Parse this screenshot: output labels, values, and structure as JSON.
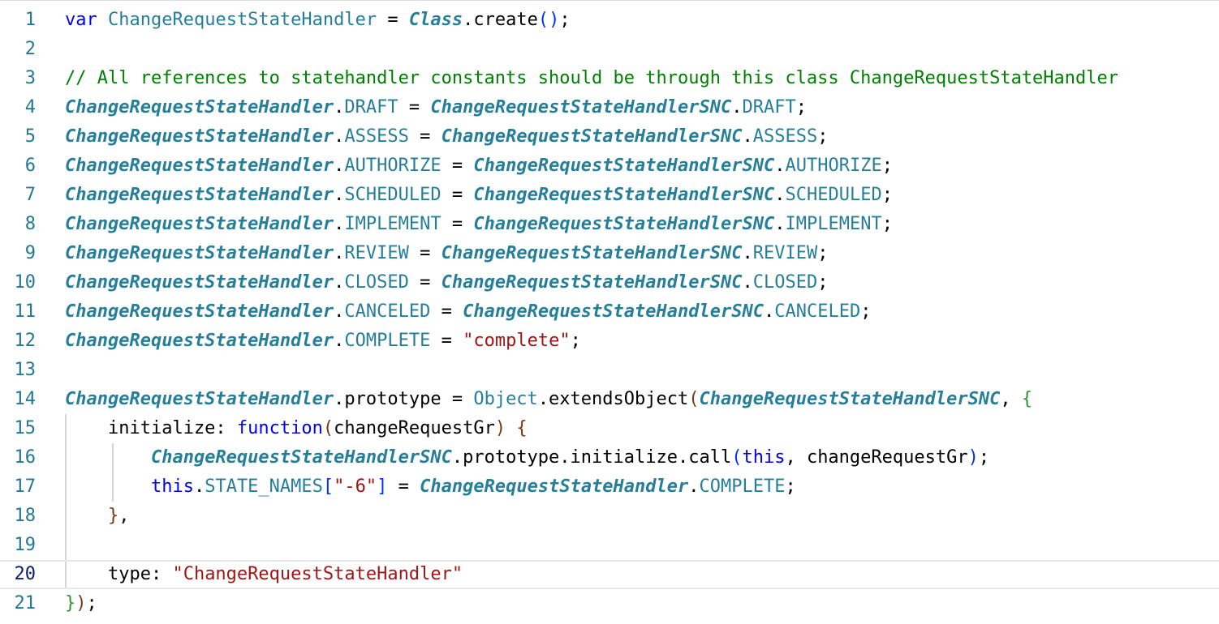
{
  "editor": {
    "active_line": 20,
    "lines": [
      {
        "n": "1",
        "tokens": [
          [
            "kw",
            "var"
          ],
          [
            "plain",
            " "
          ],
          [
            "id",
            "ChangeRequestStateHandler"
          ],
          [
            "plain",
            " = "
          ],
          [
            "cls",
            "Class"
          ],
          [
            "plain",
            ".create"
          ],
          [
            "br1",
            "()"
          ],
          [
            "plain",
            ";"
          ]
        ]
      },
      {
        "n": "2",
        "tokens": []
      },
      {
        "n": "3",
        "tokens": [
          [
            "cmt",
            "// All references to statehandler constants should be through this class ChangeRequestStateHandler"
          ]
        ]
      },
      {
        "n": "4",
        "tokens": [
          [
            "cls",
            "ChangeRequestStateHandler"
          ],
          [
            "plain",
            "."
          ],
          [
            "id",
            "DRAFT"
          ],
          [
            "plain",
            " = "
          ],
          [
            "cls",
            "ChangeRequestStateHandlerSNC"
          ],
          [
            "plain",
            "."
          ],
          [
            "id",
            "DRAFT"
          ],
          [
            "plain",
            ";"
          ]
        ]
      },
      {
        "n": "5",
        "tokens": [
          [
            "cls",
            "ChangeRequestStateHandler"
          ],
          [
            "plain",
            "."
          ],
          [
            "id",
            "ASSESS"
          ],
          [
            "plain",
            " = "
          ],
          [
            "cls",
            "ChangeRequestStateHandlerSNC"
          ],
          [
            "plain",
            "."
          ],
          [
            "id",
            "ASSESS"
          ],
          [
            "plain",
            ";"
          ]
        ]
      },
      {
        "n": "6",
        "tokens": [
          [
            "cls",
            "ChangeRequestStateHandler"
          ],
          [
            "plain",
            "."
          ],
          [
            "id",
            "AUTHORIZE"
          ],
          [
            "plain",
            " = "
          ],
          [
            "cls",
            "ChangeRequestStateHandlerSNC"
          ],
          [
            "plain",
            "."
          ],
          [
            "id",
            "AUTHORIZE"
          ],
          [
            "plain",
            ";"
          ]
        ]
      },
      {
        "n": "7",
        "tokens": [
          [
            "cls",
            "ChangeRequestStateHandler"
          ],
          [
            "plain",
            "."
          ],
          [
            "id",
            "SCHEDULED"
          ],
          [
            "plain",
            " = "
          ],
          [
            "cls",
            "ChangeRequestStateHandlerSNC"
          ],
          [
            "plain",
            "."
          ],
          [
            "id",
            "SCHEDULED"
          ],
          [
            "plain",
            ";"
          ]
        ]
      },
      {
        "n": "8",
        "tokens": [
          [
            "cls",
            "ChangeRequestStateHandler"
          ],
          [
            "plain",
            "."
          ],
          [
            "id",
            "IMPLEMENT"
          ],
          [
            "plain",
            " = "
          ],
          [
            "cls",
            "ChangeRequestStateHandlerSNC"
          ],
          [
            "plain",
            "."
          ],
          [
            "id",
            "IMPLEMENT"
          ],
          [
            "plain",
            ";"
          ]
        ]
      },
      {
        "n": "9",
        "tokens": [
          [
            "cls",
            "ChangeRequestStateHandler"
          ],
          [
            "plain",
            "."
          ],
          [
            "id",
            "REVIEW"
          ],
          [
            "plain",
            " = "
          ],
          [
            "cls",
            "ChangeRequestStateHandlerSNC"
          ],
          [
            "plain",
            "."
          ],
          [
            "id",
            "REVIEW"
          ],
          [
            "plain",
            ";"
          ]
        ]
      },
      {
        "n": "10",
        "tokens": [
          [
            "cls",
            "ChangeRequestStateHandler"
          ],
          [
            "plain",
            "."
          ],
          [
            "id",
            "CLOSED"
          ],
          [
            "plain",
            " = "
          ],
          [
            "cls",
            "ChangeRequestStateHandlerSNC"
          ],
          [
            "plain",
            "."
          ],
          [
            "id",
            "CLOSED"
          ],
          [
            "plain",
            ";"
          ]
        ]
      },
      {
        "n": "11",
        "tokens": [
          [
            "cls",
            "ChangeRequestStateHandler"
          ],
          [
            "plain",
            "."
          ],
          [
            "id",
            "CANCELED"
          ],
          [
            "plain",
            " = "
          ],
          [
            "cls",
            "ChangeRequestStateHandlerSNC"
          ],
          [
            "plain",
            "."
          ],
          [
            "id",
            "CANCELED"
          ],
          [
            "plain",
            ";"
          ]
        ]
      },
      {
        "n": "12",
        "tokens": [
          [
            "cls",
            "ChangeRequestStateHandler"
          ],
          [
            "plain",
            "."
          ],
          [
            "id",
            "COMPLETE"
          ],
          [
            "plain",
            " = "
          ],
          [
            "str",
            "\"complete\""
          ],
          [
            "plain",
            ";"
          ]
        ]
      },
      {
        "n": "13",
        "tokens": []
      },
      {
        "n": "14",
        "tokens": [
          [
            "cls",
            "ChangeRequestStateHandler"
          ],
          [
            "plain",
            ".prototype = "
          ],
          [
            "id",
            "Object"
          ],
          [
            "plain",
            ".extendsObject"
          ],
          [
            "br3",
            "("
          ],
          [
            "cls",
            "ChangeRequestStateHandlerSNC"
          ],
          [
            "plain",
            ", "
          ],
          [
            "br2",
            "{"
          ]
        ]
      },
      {
        "n": "15",
        "tokens": [
          [
            "plain",
            "    initialize: "
          ],
          [
            "kw",
            "function"
          ],
          [
            "br3",
            "("
          ],
          [
            "plain",
            "changeRequestGr"
          ],
          [
            "br3",
            ")"
          ],
          [
            "plain",
            " "
          ],
          [
            "br3",
            "{"
          ]
        ]
      },
      {
        "n": "16",
        "tokens": [
          [
            "plain",
            "        "
          ],
          [
            "cls",
            "ChangeRequestStateHandlerSNC"
          ],
          [
            "plain",
            ".prototype.initialize.call"
          ],
          [
            "br1",
            "("
          ],
          [
            "kw",
            "this"
          ],
          [
            "plain",
            ", changeRequestGr"
          ],
          [
            "br1",
            ")"
          ],
          [
            "plain",
            ";"
          ]
        ]
      },
      {
        "n": "17",
        "tokens": [
          [
            "plain",
            "        "
          ],
          [
            "kw",
            "this"
          ],
          [
            "plain",
            "."
          ],
          [
            "id",
            "STATE_NAMES"
          ],
          [
            "br1",
            "["
          ],
          [
            "str",
            "\"-6\""
          ],
          [
            "br1",
            "]"
          ],
          [
            "plain",
            " = "
          ],
          [
            "cls",
            "ChangeRequestStateHandler"
          ],
          [
            "plain",
            "."
          ],
          [
            "id",
            "COMPLETE"
          ],
          [
            "plain",
            ";"
          ]
        ]
      },
      {
        "n": "18",
        "tokens": [
          [
            "plain",
            "    "
          ],
          [
            "br3",
            "}"
          ],
          [
            "plain",
            ","
          ]
        ]
      },
      {
        "n": "19",
        "tokens": []
      },
      {
        "n": "20",
        "tokens": [
          [
            "plain",
            "    type: "
          ],
          [
            "str",
            "\"ChangeRequestStateHandler\""
          ]
        ]
      },
      {
        "n": "21",
        "tokens": [
          [
            "br2",
            "}"
          ],
          [
            "br3",
            ")"
          ],
          [
            "plain",
            ";"
          ]
        ]
      }
    ]
  }
}
